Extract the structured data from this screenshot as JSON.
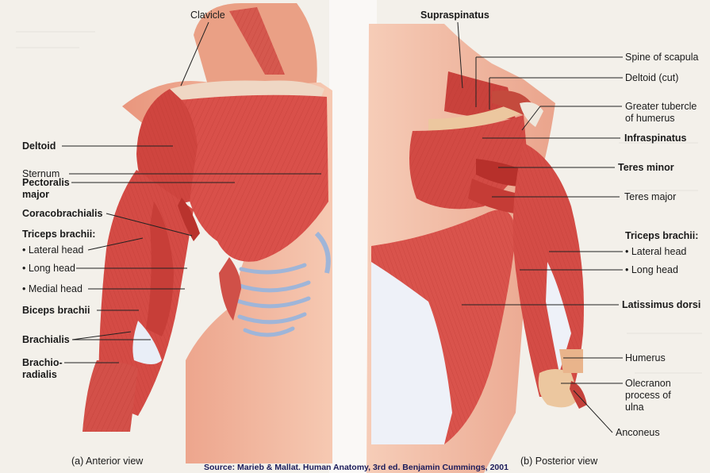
{
  "anterior": {
    "caption": "(a) Anterior view",
    "labels": {
      "clavicle": "Clavicle",
      "deltoid": "Deltoid",
      "sternum": "Sternum",
      "pectoralis": "Pectoralis\nmajor",
      "coracobrachialis": "Coracobrachialis",
      "triceps_heading": "Triceps brachii:",
      "lateral_head": "• Lateral head",
      "long_head": "• Long head",
      "medial_head": "• Medial head",
      "biceps": "Biceps brachii",
      "brachialis": "Brachialis",
      "brachioradialis": "Brachio-\nradialis"
    }
  },
  "posterior": {
    "caption": "(b) Posterior view",
    "labels": {
      "supraspinatus": "Supraspinatus",
      "spine_of_scapula": "Spine of scapula",
      "deltoid_cut": "Deltoid (cut)",
      "greater_tubercle": "Greater tubercle\nof humerus",
      "infraspinatus": "Infraspinatus",
      "teres_minor": "Teres minor",
      "teres_major": "Teres major",
      "triceps_heading": "Triceps brachii:",
      "lateral_head": "• Lateral head",
      "long_head": "• Long head",
      "latissimus": "Latissimus dorsi",
      "humerus": "Humerus",
      "olecranon": "Olecranon\nprocess of\nulna",
      "anconeus": "Anconeus"
    }
  },
  "source": "Source: Marieb & Mallat. Human Anatomy, 3rd ed. Benjamin Cummings, 2001",
  "colors": {
    "muscle": "#d9504a",
    "muscle_dark": "#a3261f",
    "skin": "#f2b79d",
    "tendon": "#eef0f6",
    "bone": "#ecc79f",
    "leader": "#222222"
  }
}
